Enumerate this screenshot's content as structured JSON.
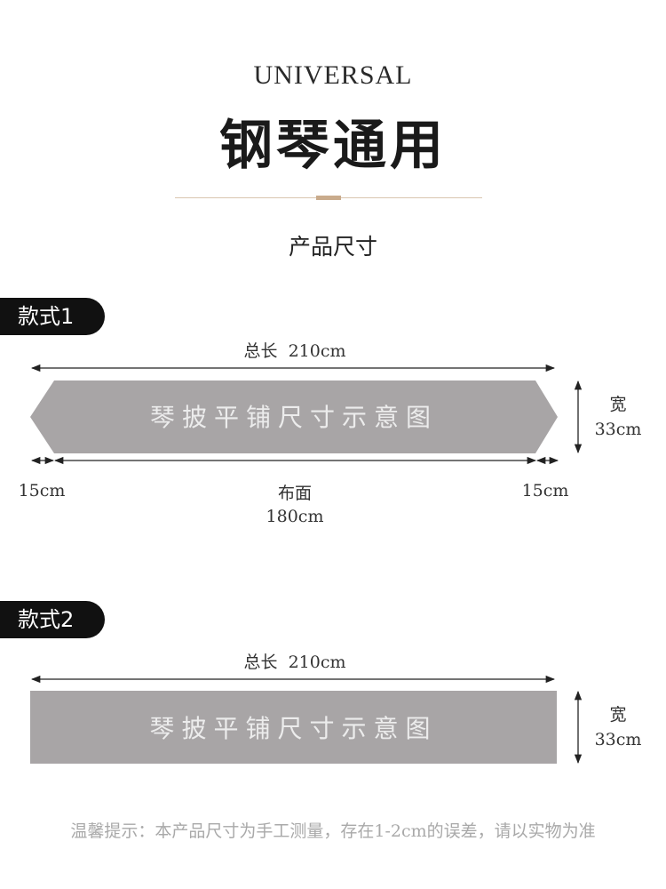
{
  "header": {
    "title_en": "UNIVERSAL",
    "title_cn": "钢琴通用",
    "section_title": "产品尺寸"
  },
  "style1": {
    "tag": "款式1",
    "total_label": "总长",
    "total_value": "210cm",
    "runner_text": "琴披平铺尺寸示意图",
    "width_label": "宽",
    "width_value": "33cm",
    "left_tip": "15cm",
    "center_label": "布面",
    "center_value": "180cm",
    "right_tip": "15cm"
  },
  "style2": {
    "tag": "款式2",
    "total_label": "总长",
    "total_value": "210cm",
    "runner_text": "琴披平铺尺寸示意图",
    "width_label": "宽",
    "width_value": "33cm"
  },
  "footer": {
    "note": "温馨提示：本产品尺寸为手工测量，存在1-2cm的误差，请以实物为准"
  },
  "colors": {
    "runner_fill": "#a8a5a6",
    "arrow": "#222222",
    "tag_bg": "#111111",
    "accent": "#c9ab8c"
  }
}
